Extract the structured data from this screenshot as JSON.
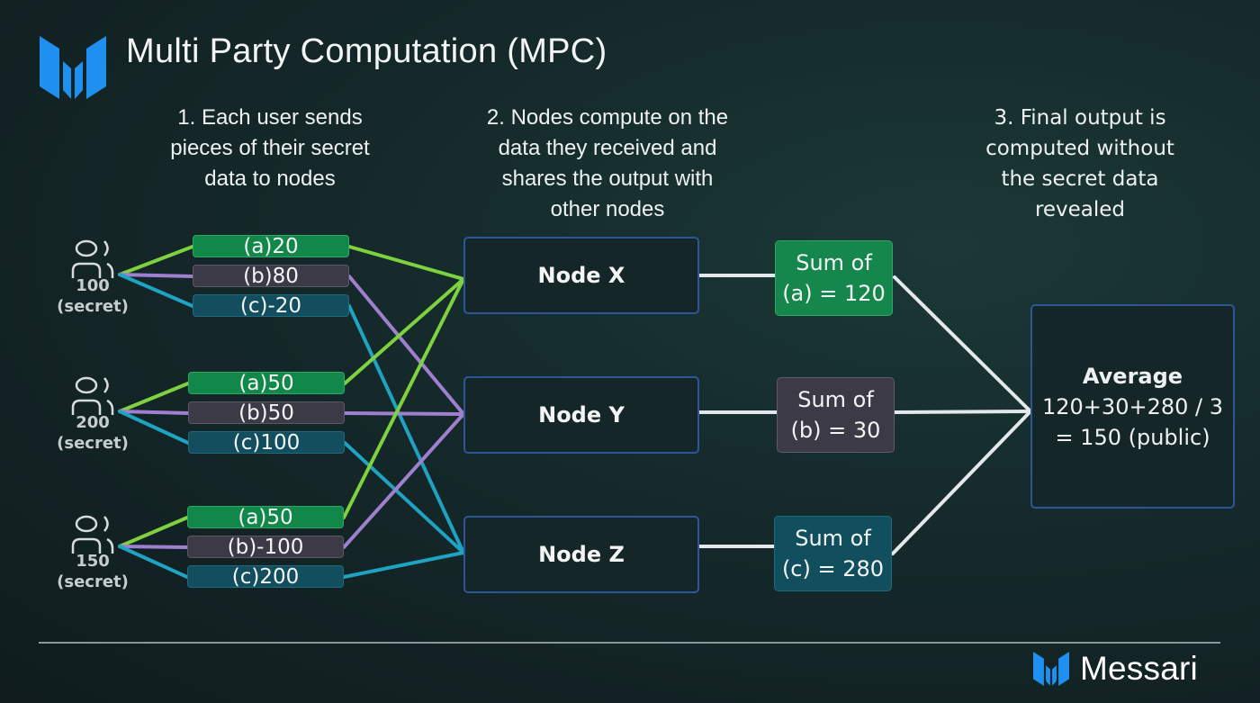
{
  "header": {
    "title": "Multi Party Computation (MPC)",
    "logo_icon": "messari-logo-icon"
  },
  "steps": [
    {
      "lines": [
        "1. Each user sends",
        "pieces of their secret",
        "data to nodes"
      ]
    },
    {
      "lines": [
        "2. Nodes compute on the",
        "data they received and",
        "shares the output with",
        "other nodes"
      ]
    },
    {
      "lines": [
        "3. Final output is",
        "computed without",
        "the secret data",
        "revealed"
      ]
    }
  ],
  "users": [
    {
      "icon": "users-icon",
      "value": "100",
      "label": "(secret)",
      "shares": [
        {
          "group": "a",
          "text": "(a)20"
        },
        {
          "group": "b",
          "text": "(b)80"
        },
        {
          "group": "c",
          "text": "(c)-20"
        }
      ]
    },
    {
      "icon": "users-icon",
      "value": "200",
      "label": "(secret)",
      "shares": [
        {
          "group": "a",
          "text": "(a)50"
        },
        {
          "group": "b",
          "text": "(b)50"
        },
        {
          "group": "c",
          "text": "(c)100"
        }
      ]
    },
    {
      "icon": "users-icon",
      "value": "150",
      "label": "(secret)",
      "shares": [
        {
          "group": "a",
          "text": "(a)50"
        },
        {
          "group": "b",
          "text": "(b)-100"
        },
        {
          "group": "c",
          "text": "(c)200"
        }
      ]
    }
  ],
  "nodes": [
    {
      "label": "Node X",
      "group": "a"
    },
    {
      "label": "Node Y",
      "group": "b"
    },
    {
      "label": "Node Z",
      "group": "c"
    }
  ],
  "sums": [
    {
      "line1": "Sum of",
      "line2": "(a) = 120",
      "group": "a"
    },
    {
      "line1": "Sum of",
      "line2": "(b) = 30",
      "group": "b"
    },
    {
      "line1": "Sum of",
      "line2": "(c) = 280",
      "group": "c"
    }
  ],
  "result": {
    "line1": "Average",
    "line2": "120+30+280 / 3",
    "line3": "= 150 (public)"
  },
  "footer": {
    "brand": "Messari"
  },
  "colors": {
    "a": "#7ed23f",
    "b": "#a07fd0",
    "c": "#1fa3c2",
    "output_wire": "#e3e8ec",
    "node_border": "#2d5699",
    "logo_blue": "#1e90f0"
  }
}
